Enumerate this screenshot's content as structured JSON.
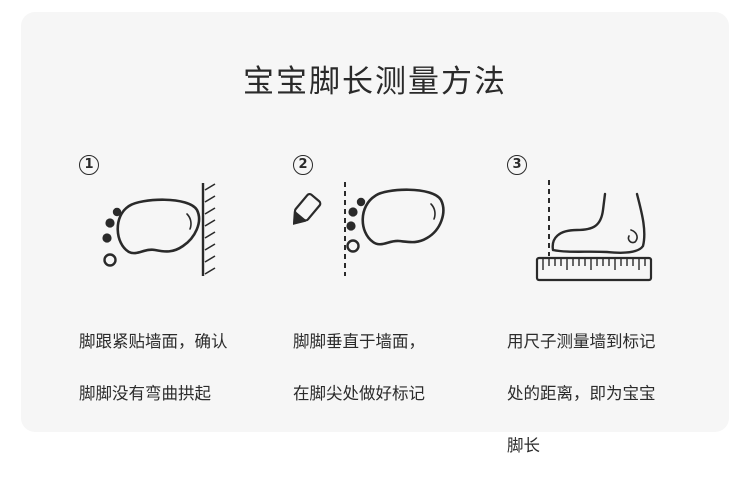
{
  "title": "宝宝脚长测量方法",
  "steps": [
    {
      "number": "1",
      "lines": [
        "脚跟紧贴墙面，确认",
        "脚脚没有弯曲拱起"
      ]
    },
    {
      "number": "2",
      "lines": [
        "脚脚垂直于墙面，",
        "在脚尖处做好标记"
      ]
    },
    {
      "number": "3",
      "lines": [
        "用尺子测量墙到标记",
        "处的距离，即为宝宝",
        "脚长"
      ]
    }
  ],
  "colors": {
    "card_bg": "#f6f6f6",
    "ink": "#2a2a2a"
  }
}
